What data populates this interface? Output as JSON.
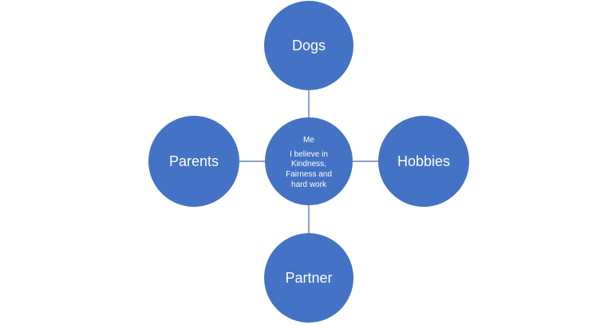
{
  "colors": {
    "node": "#4472C4",
    "connector": "#8FA3C8"
  },
  "center": {
    "title": "Me",
    "lines": [
      "I believe in",
      "Kindness,",
      "Fairness and",
      "hard work"
    ]
  },
  "nodes": {
    "top": "Dogs",
    "left": "Parents",
    "right": "Hobbies",
    "bottom": "Partner"
  }
}
